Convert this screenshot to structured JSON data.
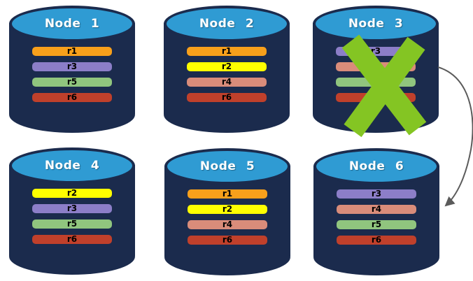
{
  "diagram": {
    "background": "#ffffff",
    "colors": {
      "cylinder_body": "#1b2b4d",
      "cylinder_top": "#2f9bd3",
      "title_text": "#ffffff",
      "bar_text": "#000000",
      "failure_x": "#84c523",
      "arrow": "#5b5b5b"
    },
    "replica_colors": {
      "r1": "#f8a01b",
      "r2": "#ffff00",
      "r3": "#8c7ec8",
      "r4": "#d98c7a",
      "r5": "#90c57e",
      "r6": "#c0402b"
    },
    "nodes": [
      {
        "title": "Node 1",
        "failed": false,
        "replicas": [
          "r1",
          "r3",
          "r5",
          "r6"
        ]
      },
      {
        "title": "Node 2",
        "failed": false,
        "replicas": [
          "r1",
          "r2",
          "r4",
          "r6"
        ]
      },
      {
        "title": "Node 3",
        "failed": true,
        "replicas": [
          "r3",
          "r4",
          "r5",
          "r6"
        ]
      },
      {
        "title": "Node 4",
        "failed": false,
        "replicas": [
          "r2",
          "r3",
          "r5",
          "r6"
        ]
      },
      {
        "title": "Node 5",
        "failed": false,
        "replicas": [
          "r1",
          "r2",
          "r4",
          "r6"
        ]
      },
      {
        "title": "Node 6",
        "failed": false,
        "replicas": [
          "r3",
          "r4",
          "r5",
          "r6"
        ]
      }
    ],
    "arrow": {
      "from": "Node 3",
      "to": "Node 6"
    }
  }
}
